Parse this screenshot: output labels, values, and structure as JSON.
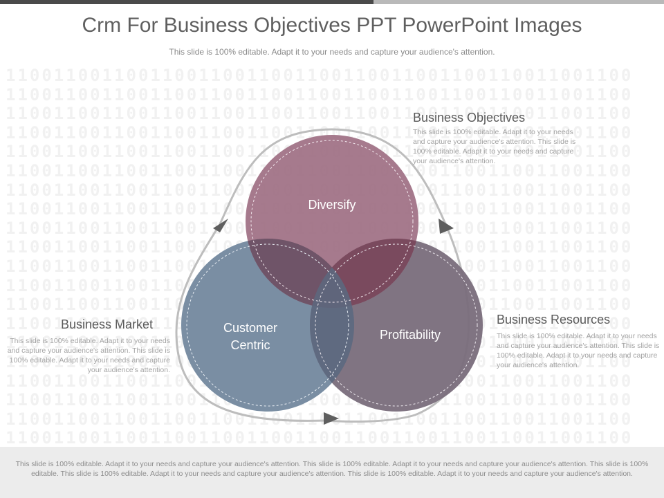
{
  "slide": {
    "title": "Crm For Business Objectives PPT PowerPoint Images",
    "subtitle": "This slide is 100% editable. Adapt it to your needs and capture your audience's attention.",
    "background_pattern": "1100110011001100110011001100110011001100110011001100"
  },
  "circles": {
    "top": {
      "label": "Diversify",
      "color": "#9e6f83"
    },
    "left": {
      "label_line1": "Customer",
      "label_line2": "Centric",
      "color": "#7a8ea3"
    },
    "right": {
      "label": "Profitability",
      "color": "#796d7b"
    }
  },
  "labels": {
    "objectives": {
      "heading": "Business Objectives",
      "body": "This slide is 100% editable. Adapt it to your needs and capture your audience's attention. This slide is 100% editable. Adapt it to your needs and capture your audience's attention."
    },
    "market": {
      "heading": "Business Market",
      "body": "This slide is 100% editable. Adapt it to your needs and capture your audience's attention. This slide is 100% editable. Adapt it to your needs and capture your audience's attention."
    },
    "resources": {
      "heading": "Business Resources",
      "body": "This slide is 100% editable. Adapt it to your needs and capture your audience's attention. This slide is 100% editable. Adapt it to your needs and capture your audience's attention."
    }
  },
  "footer": {
    "text": "This slide is 100% editable. Adapt it to your needs and capture your audience's attention. This slide is 100% editable. Adapt it to your needs and capture your audience's attention. This slide is 100% editable. This slide is 100% editable. Adapt it to your needs and capture your audience's attention. This slide is 100% editable. Adapt it to your needs and capture your audience's attention."
  },
  "icons": [
    "arrow-head-icon"
  ]
}
